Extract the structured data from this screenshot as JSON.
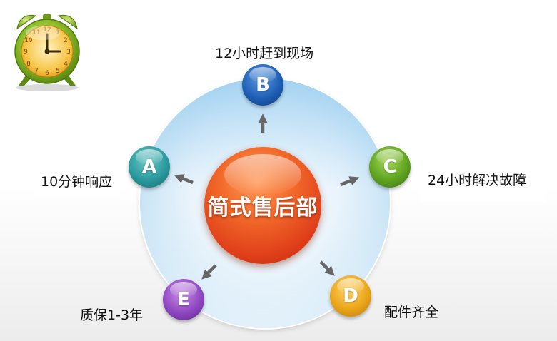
{
  "center": {
    "label": "简式售后部"
  },
  "nodes": [
    {
      "id": "A",
      "letter": "A",
      "label": "10分钟响应",
      "color": "#2a9a9e"
    },
    {
      "id": "B",
      "letter": "B",
      "label": "12小时赶到现场",
      "color": "#1f5fb5"
    },
    {
      "id": "C",
      "letter": "C",
      "label": "24小时解决故障",
      "color": "#5fa321"
    },
    {
      "id": "D",
      "letter": "D",
      "label": "配件齐全",
      "color": "#eaa51a"
    },
    {
      "id": "E",
      "letter": "E",
      "label": "质保1-3年",
      "color": "#8f48c1"
    }
  ],
  "colors": {
    "center": "#e0401a",
    "ring": "#9fcdee",
    "arrow": "#666666"
  },
  "icons": {
    "clock": "alarm-clock-icon"
  }
}
